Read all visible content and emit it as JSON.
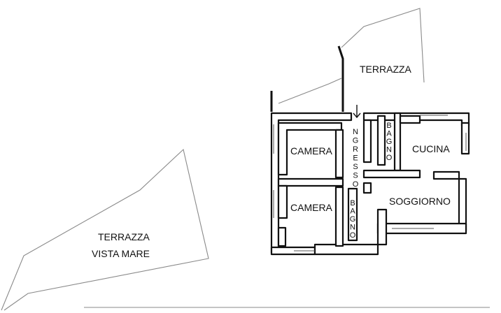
{
  "labels": {
    "terrazza_top": "TERRAZZA",
    "terrazza_vista_line1": "TERRAZZA",
    "terrazza_vista_line2": "VISTA MARE",
    "camera_1": "CAMERA",
    "camera_2": "CAMERA",
    "cucina": "CUCINA",
    "soggiorno": "SOGGIORNO",
    "ingresso": "NGRESSO",
    "bagno_1": "BAGNO",
    "bagno_2": "BAGNO"
  },
  "colors": {
    "wall": "#111111",
    "terrace_outline": "#8a8a8a",
    "background": "#ffffff"
  }
}
